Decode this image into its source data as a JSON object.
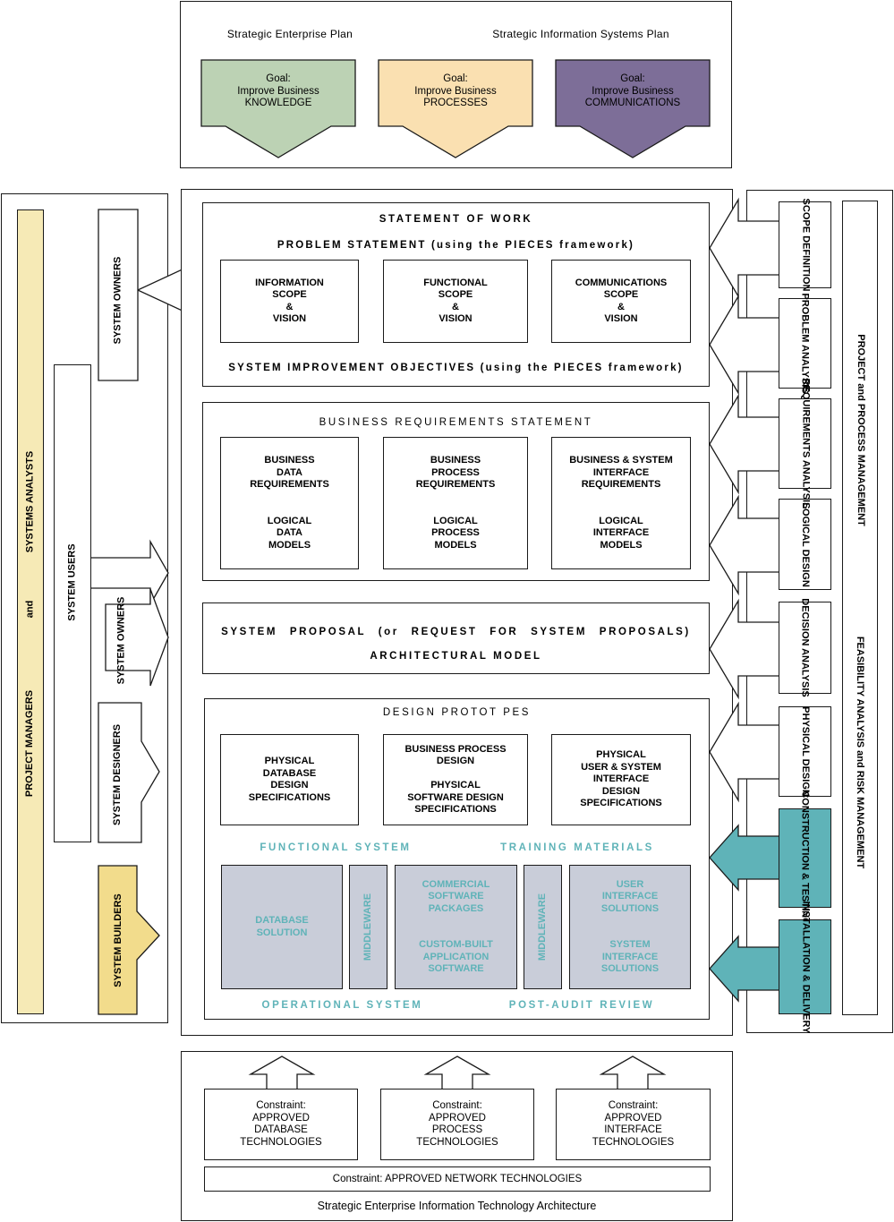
{
  "top": {
    "enterprise_plan_label": "Strategic Enterprise Plan",
    "is_plan_label": "Strategic Information Systems Plan",
    "goals": [
      {
        "text": "Goal:\nImprove Business\nKNOWLEDGE",
        "color": "#bcd2b4"
      },
      {
        "text": "Goal:\nImprove Business\nPROCESSES",
        "color": "#fae0b1"
      },
      {
        "text": "Goal:\nImprove Business\nCOMMUNICATIONS",
        "color": "#7d6e98"
      }
    ]
  },
  "left": {
    "project_managers": "PROJECT MANAGERS",
    "and": "and",
    "systems_analysts": "SYSTEMS ANALYSTS",
    "system_users": "SYSTEM USERS",
    "system_owners_1": "SYSTEM\nOWNERS",
    "system_owners_2": "SYSTEM\nOWNERS",
    "system_designers": "SYSTEM DESIGNERS",
    "system_builders": "SYSTEM BUILDERS",
    "pm_color": "#f6eab6",
    "builders_color": "#f2dc8c"
  },
  "sow": {
    "title": "STATEMENT OF WORK",
    "problem_statement": "PROBLEM STATEMENT (using the PIECES framework)",
    "scopes": [
      "INFORMATION\nSCOPE\n&\nVISION",
      "FUNCTIONAL\nSCOPE\n&\nVISION",
      "COMMUNICATIONS\nSCOPE\n&\nVISION"
    ],
    "objectives": "SYSTEM IMPROVEMENT OBJECTIVES (using the PIECES framework)"
  },
  "brs": {
    "title": "BUSINESS REQUIREMENTS STATEMENT",
    "items": [
      "BUSINESS\nDATA\nREQUIREMENTS\n\n\nLOGICAL\nDATA\nMODELS",
      "BUSINESS\nPROCESS\nREQUIREMENTS\n\n\nLOGICAL\nPROCESS\nMODELS",
      "BUSINESS & SYSTEM\nINTERFACE\nREQUIREMENTS\n\n\nLOGICAL\nINTERFACE\nMODELS"
    ]
  },
  "proposal": {
    "line1": "SYSTEM PROPOSAL (or REQUEST FOR SYSTEM PROPOSALS)",
    "line2": "ARCHITECTURAL MODEL"
  },
  "design": {
    "title": "DESIGN PROTOT PES",
    "items": [
      "PHYSICAL\nDATABASE\nDESIGN\nSPECIFICATIONS",
      "BUSINESS PROCESS\nDESIGN\n\nPHYSICAL\nSOFTWARE DESIGN\nSPECIFICATIONS",
      "PHYSICAL\nUSER & SYSTEM\nINTERFACE\nDESIGN\nSPECIFICATIONS"
    ],
    "functional_system": "FUNCTIONAL SYSTEM",
    "training_materials": "TRAINING MATERIALS",
    "database_solution": "DATABASE\nSOLUTION",
    "middleware": "MIDDLEWARE",
    "software": "COMMERCIAL\nSOFTWARE\nPACKAGES\n\n\nCUSTOM-BUILT\nAPPLICATION\nSOFTWARE",
    "interface_solutions": "USER\nINTERFACE\nSOLUTIONS\n\n\nSYSTEM\nINTERFACE\nSOLUTIONS",
    "operational_system": "OPERATIONAL SYSTEM",
    "post_audit": "POST-AUDIT REVIEW",
    "gray_color": "#c9cdd9",
    "teal_color": "#5fb3b8"
  },
  "right": {
    "phases": [
      "SCOPE\nDEFINITION",
      "PROBLEM\nANALYSIS",
      "REQUIREMENTS\nANALYSIS",
      "LOGICAL\nDESIGN",
      "DECISION\nANALYSIS",
      "PHYSICAL\nDESIGN",
      "CONSTRUCTION\n& TESTING",
      "INSTALLATION\n& DELIVERY"
    ],
    "project_mgmt": "PROJECT and PROCESS MANAGEMENT",
    "feasibility": "FEASIBILITY ANALYSIS and RISK MANAGEMENT"
  },
  "bottom": {
    "constraints": [
      "Constraint:\nAPPROVED\nDATABASE\nTECHNOLOGIES",
      "Constraint:\nAPPROVED\nPROCESS\nTECHNOLOGIES",
      "Constraint:\nAPPROVED\nINTERFACE\nTECHNOLOGIES"
    ],
    "network": "Constraint: APPROVED NETWORK TECHNOLOGIES",
    "architecture": "Strategic Enterprise Information Technology Architecture"
  }
}
